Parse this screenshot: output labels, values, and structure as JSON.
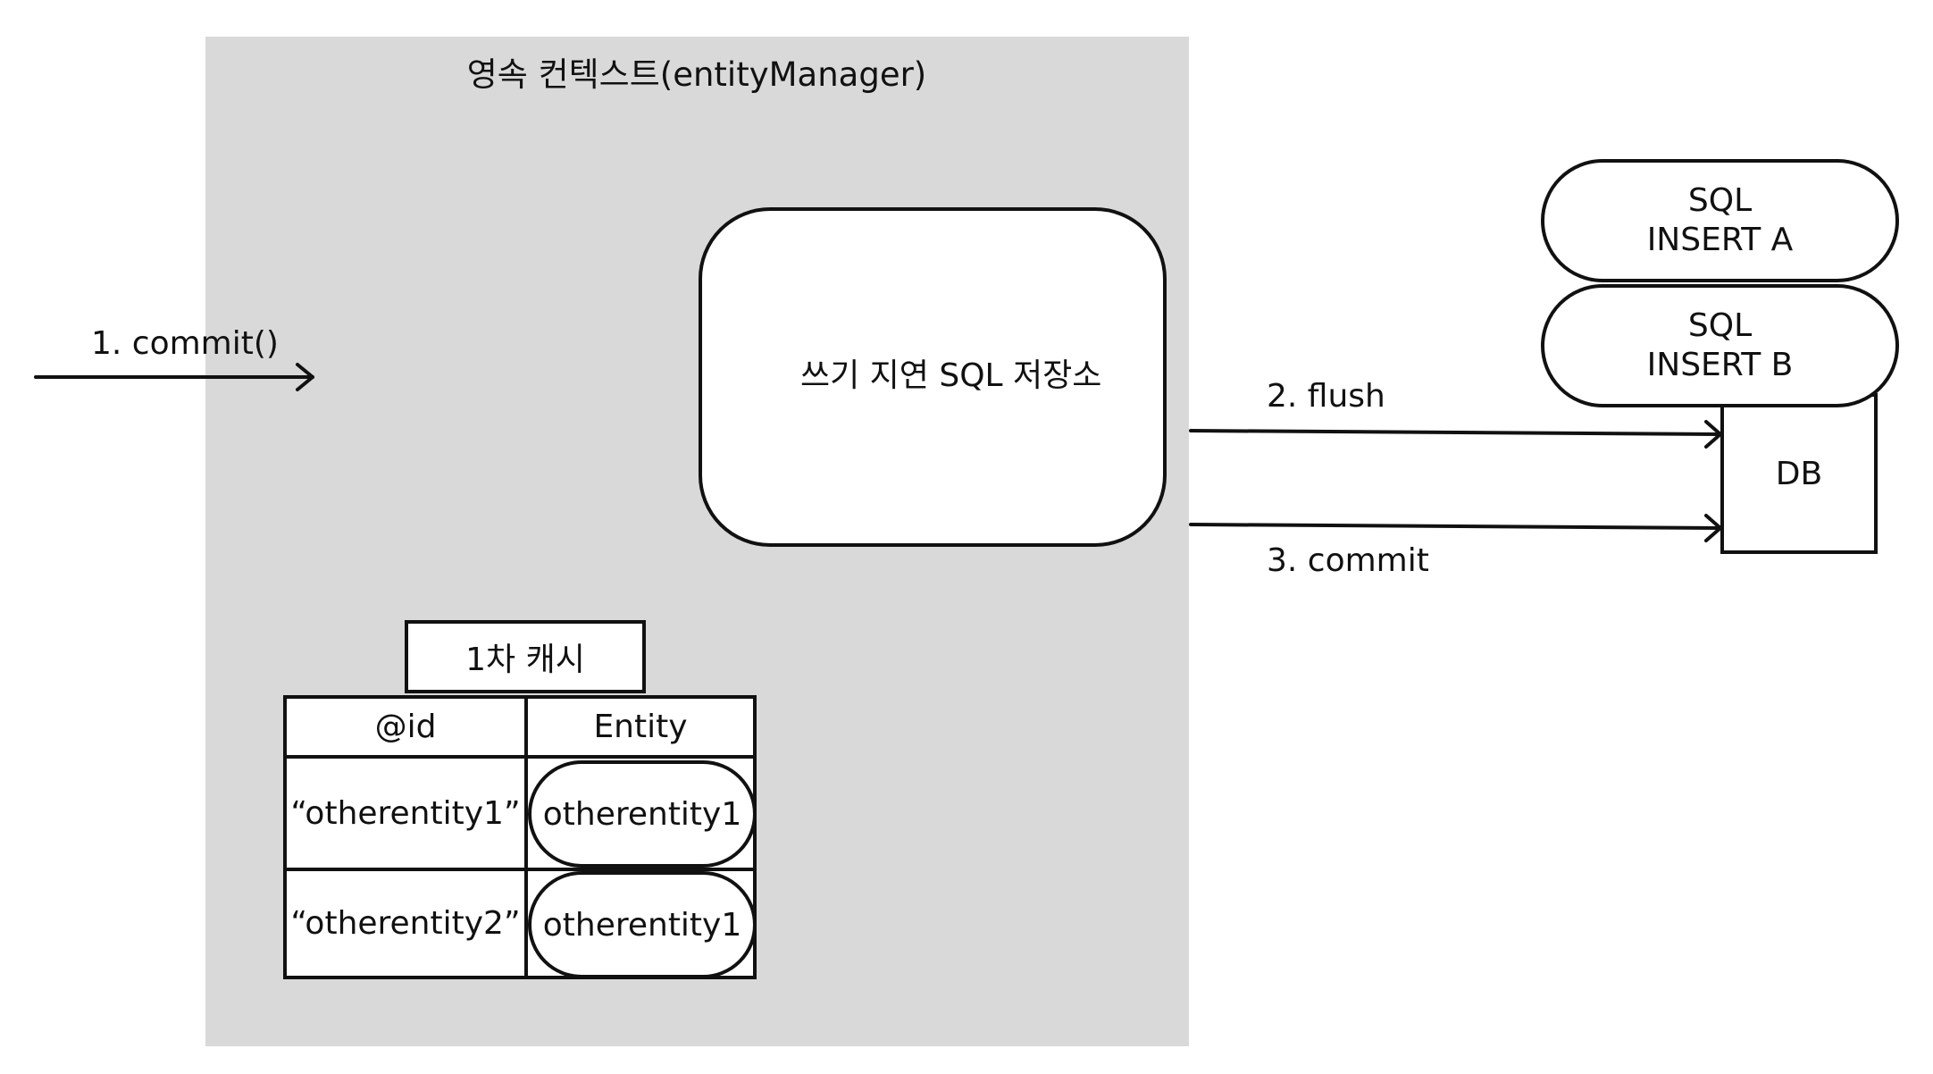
{
  "persistence_context": {
    "title": "영속 컨텍스트(entityManager)"
  },
  "write_behind_store": {
    "label": "쓰기 지연 SQL 저장소"
  },
  "first_level_cache": {
    "title": "1차 캐시",
    "headers": [
      "@id",
      "Entity"
    ],
    "rows": [
      {
        "id": "“otherentity1”",
        "entity": "otherentity1"
      },
      {
        "id": "“otherentity2”",
        "entity": "otherentity1"
      }
    ]
  },
  "sql_queue": [
    {
      "line1": "SQL",
      "line2": "INSERT A"
    },
    {
      "line1": "SQL",
      "line2": "INSERT B"
    }
  ],
  "database": {
    "label": "DB"
  },
  "steps": {
    "commit_call": "1. commit()",
    "flush": "2. flush",
    "commit": "3. commit"
  }
}
